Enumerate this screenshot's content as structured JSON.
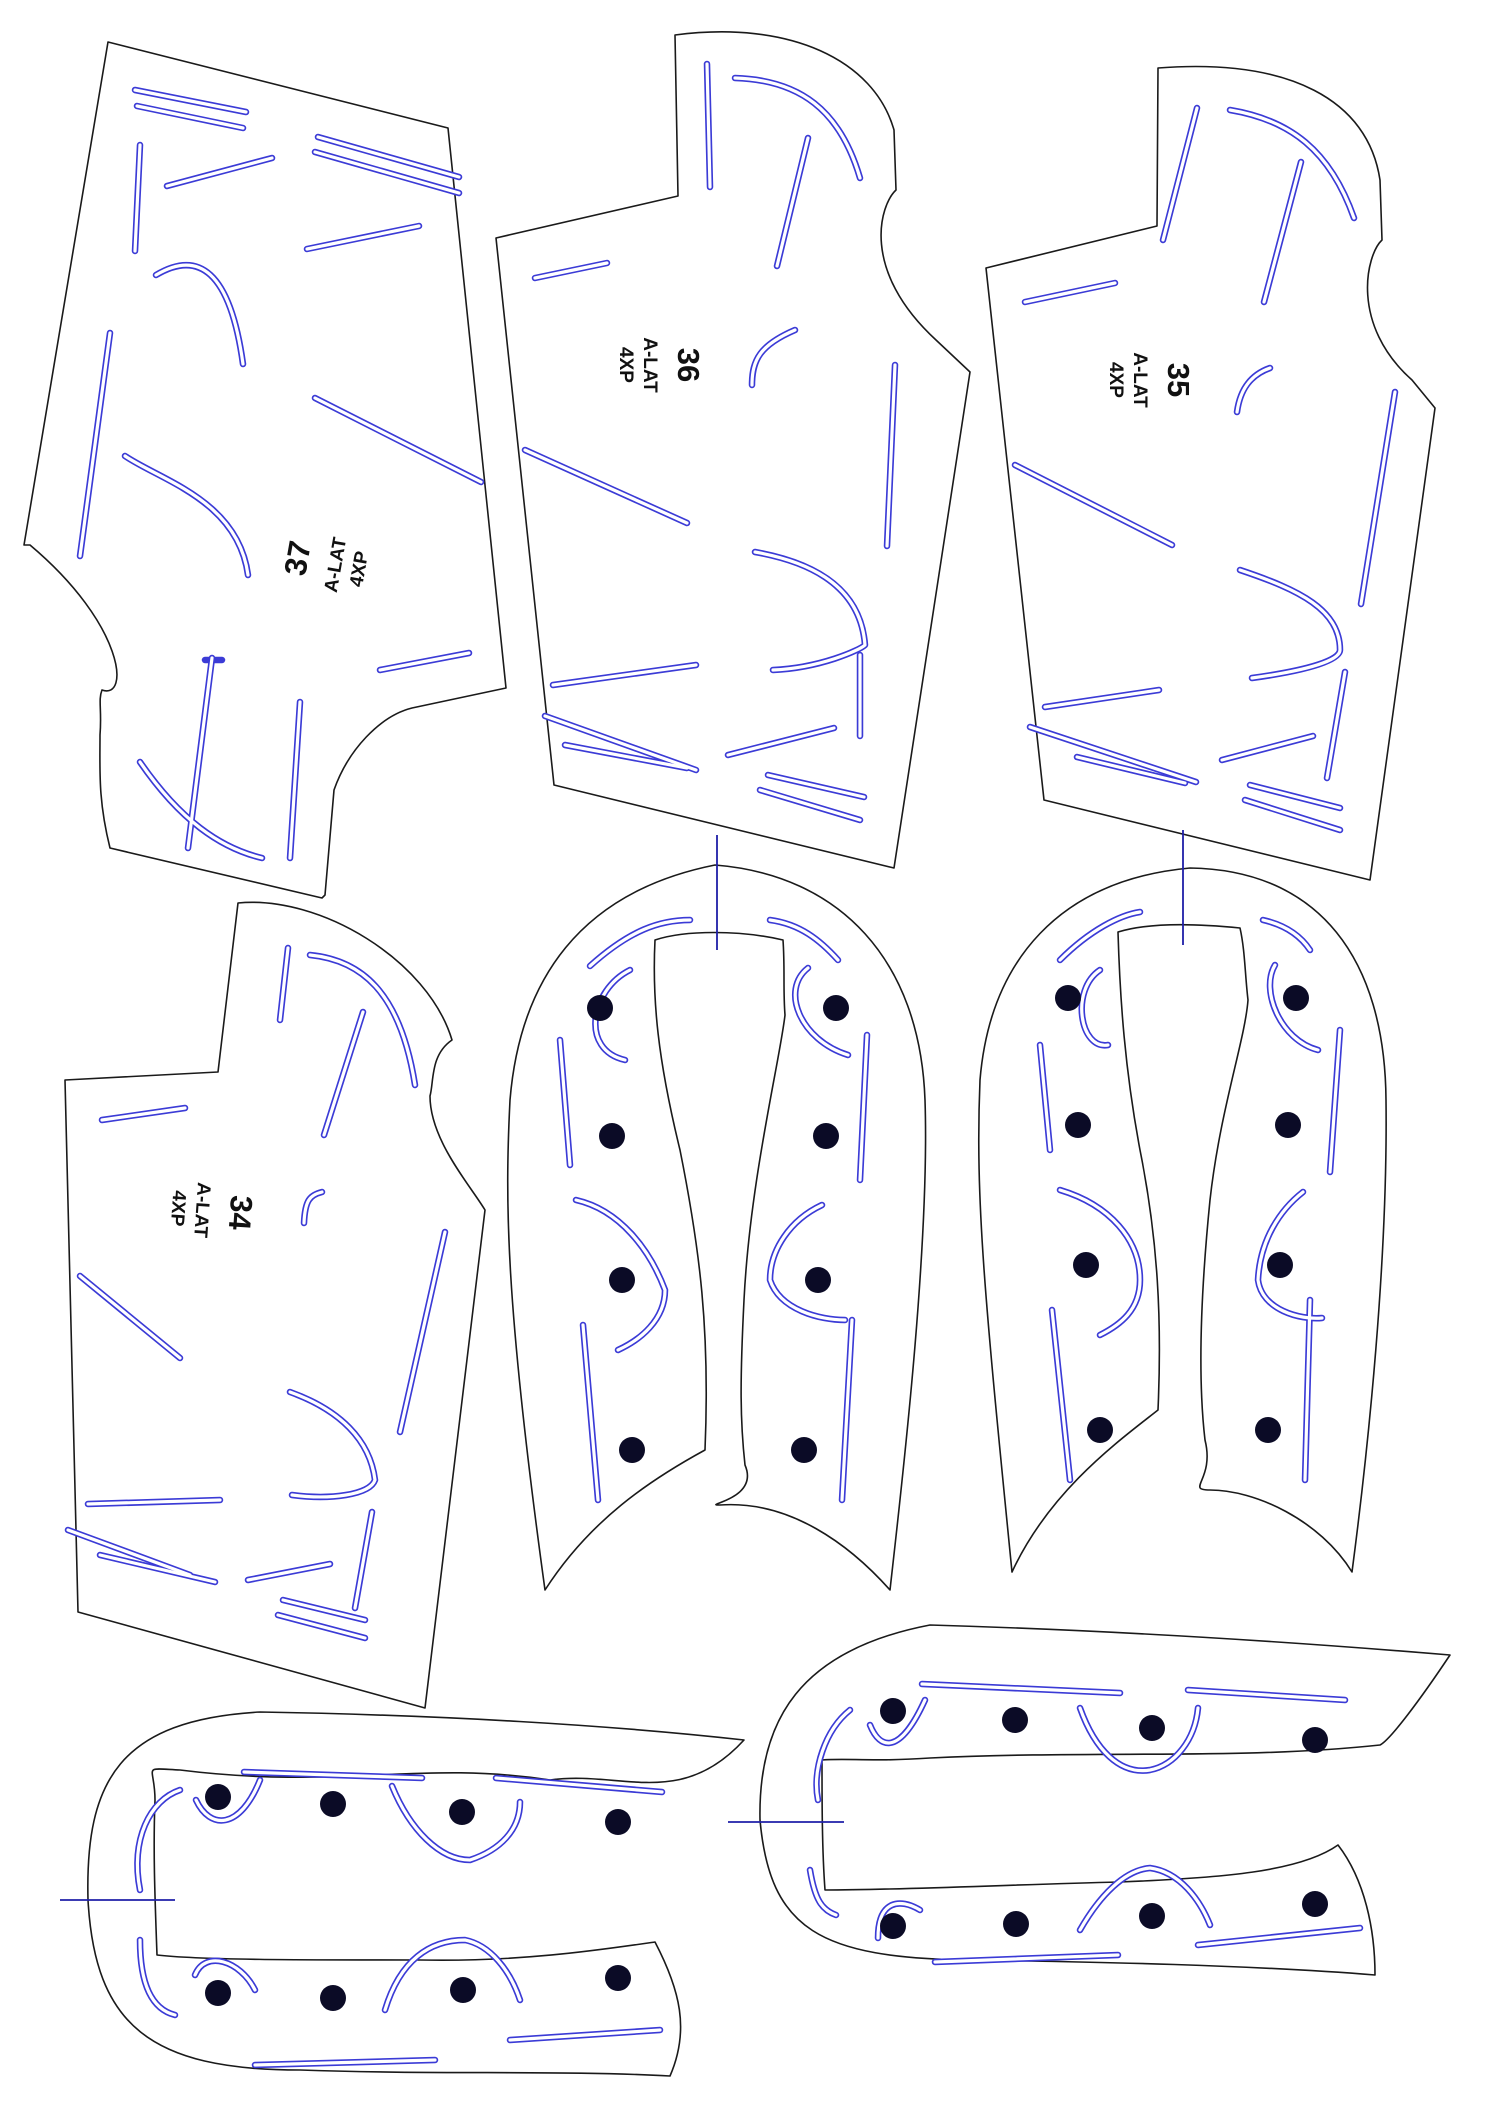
{
  "sheet": {
    "description_visible": false,
    "colors": {
      "outline": "#1a1a1a",
      "stitch": "#3b3bd6",
      "hole": "#0b0b26",
      "registration_mark": "#1f1fa8"
    }
  },
  "pieces": [
    {
      "id": "piece-37",
      "number": "37",
      "line1": "A-LAT",
      "line2": "4XP"
    },
    {
      "id": "piece-36",
      "number": "36",
      "line1": "A-LAT",
      "line2": "4XP"
    },
    {
      "id": "piece-35",
      "number": "35",
      "line1": "A-LAT",
      "line2": "4XP"
    },
    {
      "id": "piece-34",
      "number": "34",
      "line1": "A-LAT",
      "line2": "4XP"
    }
  ],
  "u_pieces": [
    {
      "id": "u-piece-middle-left",
      "holes": 8
    },
    {
      "id": "u-piece-middle-right",
      "holes": 8
    },
    {
      "id": "u-piece-bottom-left",
      "holes": 8
    },
    {
      "id": "u-piece-bottom-right",
      "holes": 8
    }
  ]
}
